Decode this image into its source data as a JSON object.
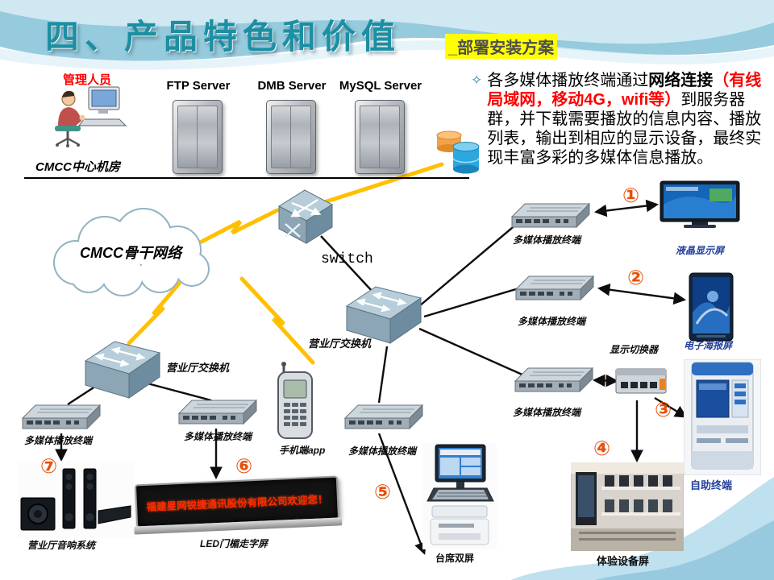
{
  "colors": {
    "title_teal": "#1b8fa3",
    "subtitle_highlight": "#ffff00",
    "accent_red": "#ff0000",
    "number_orange": "#e8500a",
    "lightning_yellow": "#ffc000",
    "label_blue": "#24409c"
  },
  "header": {
    "title": "四、产品特色和价值",
    "subtitle": "_部署安装方案"
  },
  "description": {
    "bullet": "✧",
    "seg_intro": "各多媒体播放终端通过",
    "seg_bold": "网络连接",
    "seg_red": "（有线局域网，移动4G，wifi等）",
    "seg_rest": "到服务器群，并下载需要播放的信息内容、播放列表，输出到相应的显示设备，最终实现丰富多彩的多媒体信息播放。"
  },
  "datacenter": {
    "admin_label": "管理人员",
    "room_label": "CMCC中心机房",
    "servers": [
      {
        "label": "FTP Server"
      },
      {
        "label": "DMB Server"
      },
      {
        "label": "MySQL Server"
      }
    ]
  },
  "network": {
    "cloud_label": "CMCC骨干网络",
    "switch_label": "switch",
    "hall_switch_center_label": "营业厅交换机",
    "hall_switch_left_label": "营业厅交换机",
    "phone_label": "手机端app"
  },
  "terminals": [
    {
      "label": "多媒体播放终端"
    },
    {
      "label": "多媒体播放终端"
    },
    {
      "label": "多媒体播放终端"
    },
    {
      "label": "多媒体播放终端"
    },
    {
      "label": "多媒体播放终端"
    },
    {
      "label": "多媒体播放终端"
    }
  ],
  "endpoints": {
    "lcd": {
      "num": "①",
      "label": "液晶显示屏"
    },
    "poster": {
      "num": "②",
      "label": "电子海报屏"
    },
    "switcher": {
      "label": "显示切换器"
    },
    "kiosk": {
      "num": "③",
      "label": "自助终端"
    },
    "experience": {
      "num": "④",
      "label": "体验设备屏"
    },
    "counter": {
      "num": "⑤",
      "label": "台席双屏"
    },
    "led": {
      "num": "⑥",
      "label": "LED门楣走字屏",
      "text": "福建星网锐捷通讯股份有限公司欢迎您！"
    },
    "audio": {
      "num": "⑦",
      "label": "营业厅音响系统"
    }
  }
}
